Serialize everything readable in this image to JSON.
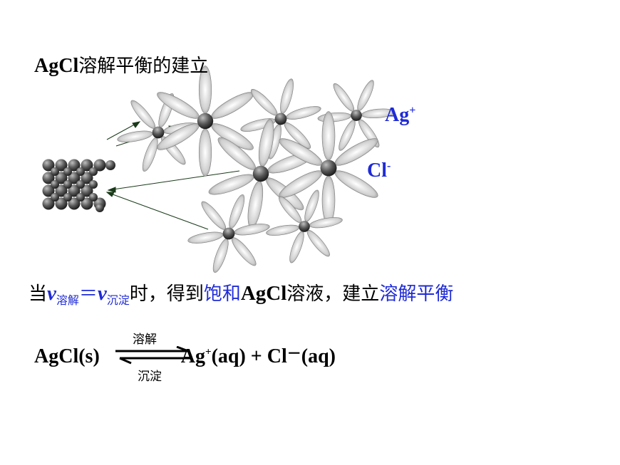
{
  "title": {
    "formula": "AgCl",
    "text": "溶解平衡的建立"
  },
  "labels": {
    "ag": {
      "base": "Ag",
      "sup": "+"
    },
    "cl": {
      "base": "Cl",
      "sup": "-"
    }
  },
  "condition": {
    "prefix": "当",
    "v": "v",
    "sub_dissolve": "溶解",
    "equals": "＝",
    "sub_precip": "沉淀",
    "mid": "时，得到",
    "saturated": "饱和",
    "formula": "AgCl",
    "solution": "溶液，建立",
    "equilibrium": "溶解平衡"
  },
  "reaction": {
    "left": "AgCl(s)",
    "forward": "溶解",
    "reverse": "沉淀",
    "right_ag": "Ag",
    "right_ag_sup": "+",
    "right_rest": "(aq) + Cl",
    "minus": "－",
    "right_end": "(aq)"
  },
  "colors": {
    "accent": "#1f2bd6",
    "text": "#000000"
  }
}
